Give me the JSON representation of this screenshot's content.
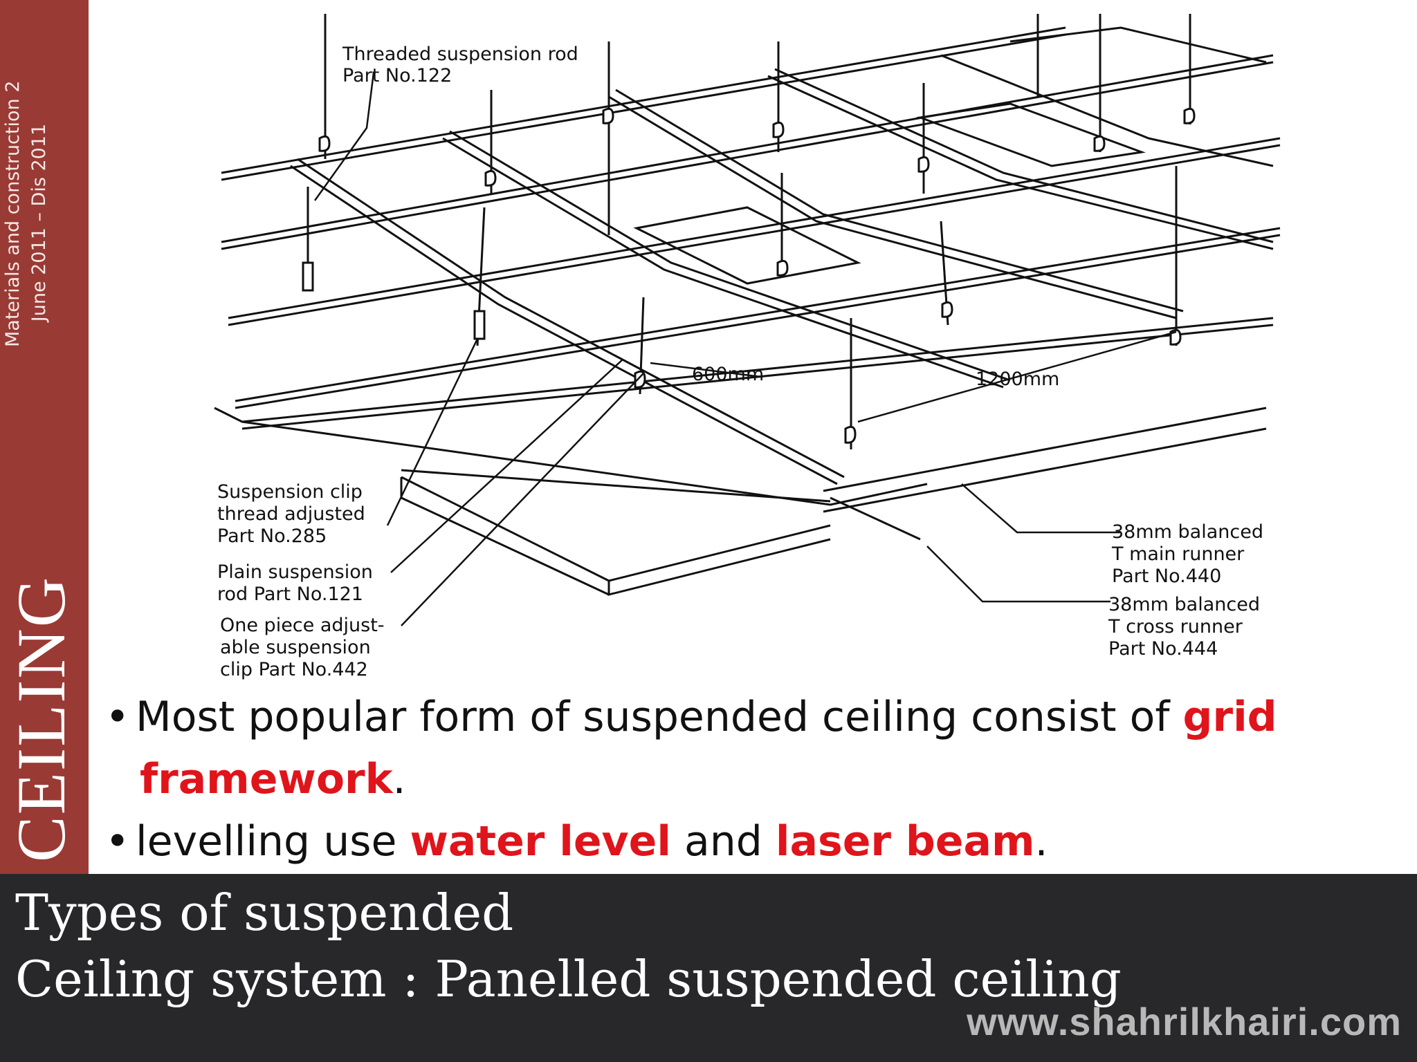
{
  "sidebar": {
    "course_line1": "Materials and construction 2",
    "course_line2": "June 2011 – Dis 2011",
    "section_title": "CEILING"
  },
  "diagram": {
    "labels": {
      "rod_122_l1": "Threaded suspension rod",
      "rod_122_l2": "Part No.122",
      "clip_285_l1": "Suspension clip",
      "clip_285_l2": "thread adjusted",
      "clip_285_l3": "Part No.285",
      "rod_121_l1": "Plain suspension",
      "rod_121_l2": "rod Part No.121",
      "clip_442_l1": "One piece adjust-",
      "clip_442_l2": "able suspension",
      "clip_442_l3": "clip Part No.442",
      "dim_600": "600mm",
      "dim_1200": "1200mm",
      "main_runner_l1": "38mm balanced",
      "main_runner_l2": "T main runner",
      "main_runner_l3": "Part No.440",
      "cross_runner_l1": "38mm balanced",
      "cross_runner_l2": "T cross runner",
      "cross_runner_l3": "Part No.444"
    }
  },
  "bullets": [
    {
      "prefix": "Most popular form of suspended ceiling consist of ",
      "highlight": "grid",
      "continuation_highlight": "framework",
      "continuation_suffix": "."
    },
    {
      "prefix": "levelling use ",
      "highlight1": "water level",
      "middle": " and ",
      "highlight2": "laser beam",
      "suffix": "."
    }
  ],
  "footer": {
    "title_line1": "Types of suspended",
    "title_line2": "Ceiling system : Panelled suspended ceiling",
    "url": "www.shahrilkhairi.com"
  },
  "colors": {
    "sidebar": "#9a3a35",
    "footer": "#282729",
    "highlight": "#e0141b",
    "url": "#b9b8b8"
  }
}
